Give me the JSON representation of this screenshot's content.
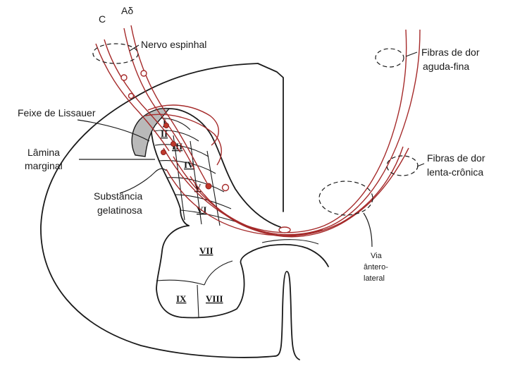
{
  "labels": {
    "c": "C",
    "ad": "Aδ",
    "nervo_espinhal": "Nervo espinhal",
    "feixe_lissauer": "Feixe de Lissauer",
    "lamina_marginal_1": "Lâmina",
    "lamina_marginal_2": "marginal",
    "substancia_1": "Substância",
    "substancia_2": "gelatinosa",
    "fibras_aguda_1": "Fibras de dor",
    "fibras_aguda_2": "aguda-fina",
    "fibras_lenta_1": "Fibras de dor",
    "fibras_lenta_2": "lenta-crônica",
    "via_1": "Via",
    "via_2": "ântero-",
    "via_3": "lateral"
  },
  "laminae": [
    "I",
    "II",
    "III",
    "IV",
    "V",
    "VI",
    "VII",
    "VIII",
    "IX"
  ],
  "colors": {
    "outline": "#1a1a1a",
    "fiber": "#a52a2a",
    "lissauer_fill": "#b9b9b9",
    "background": "#ffffff"
  }
}
